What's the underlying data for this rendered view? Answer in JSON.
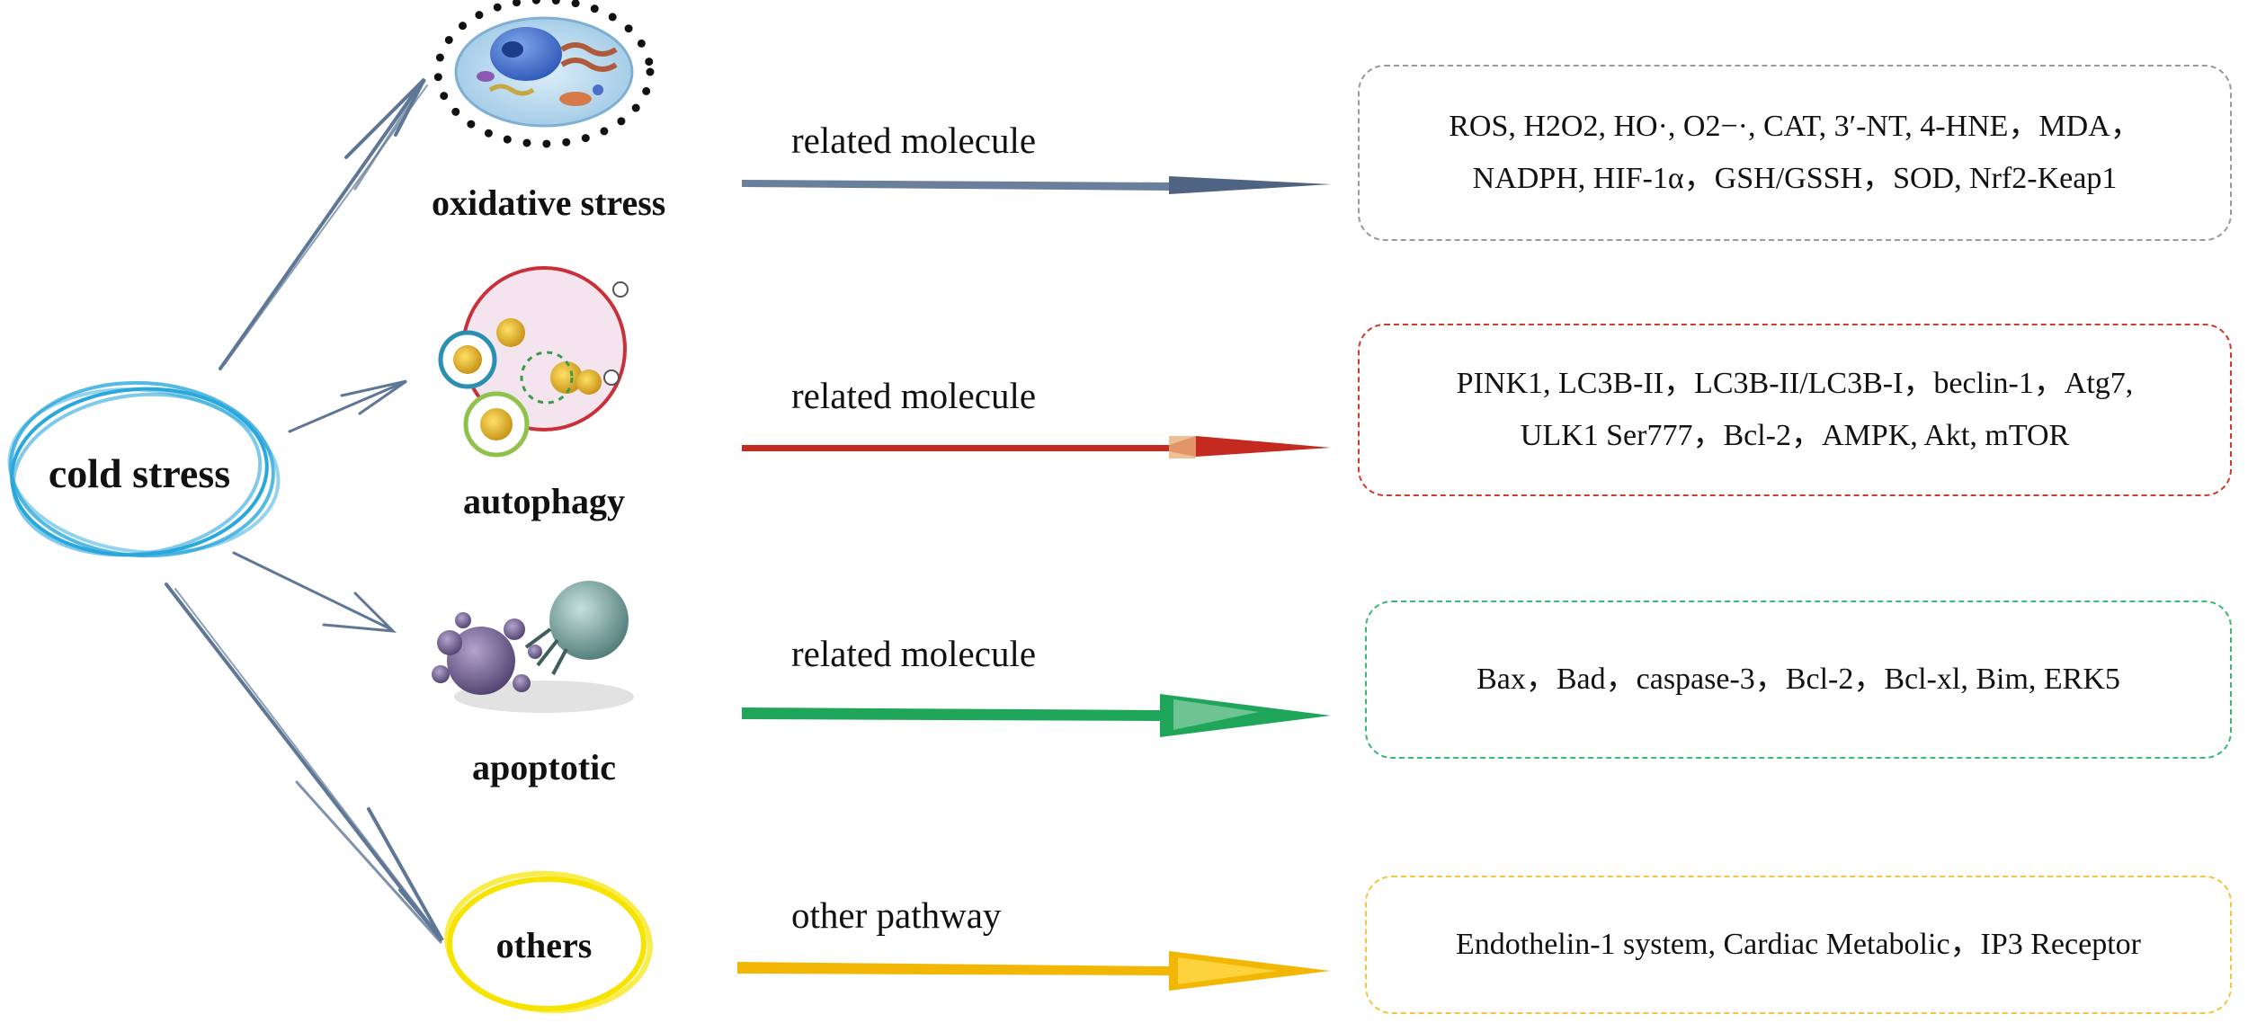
{
  "hub": {
    "label": "cold stress",
    "color": "#2aa7dc"
  },
  "categories": [
    {
      "id": "oxidative",
      "label": "oxidative stress",
      "icon": "cell-icon",
      "arrow_label": "related molecule",
      "arrow_color": "#6a7f9c",
      "box_border": "#9a9a9a",
      "box_lines": [
        "ROS, H2O2, HO·, O2−·, CAT, 3′-NT, 4-HNE，MDA，",
        "NADPH, HIF-1α，GSH/GSSH，SOD, Nrf2-Keap1"
      ]
    },
    {
      "id": "autophagy",
      "label": "autophagy",
      "icon": "autophagosome-icon",
      "arrow_label": "related molecule",
      "arrow_color": "#c42a1f",
      "box_border": "#d23a2e",
      "box_lines": [
        "PINK1, LC3B-II，LC3B-II/LC3B-I，beclin-1，Atg7,",
        "ULK1 Ser777，Bcl-2，AMPK, Akt, mTOR"
      ]
    },
    {
      "id": "apoptotic",
      "label": "apoptotic",
      "icon": "apoptotic-cell-icon",
      "arrow_label": "related molecule",
      "arrow_color": "#1fa65a",
      "box_border": "#3cb878",
      "box_lines": [
        "Bax，Bad，caspase-3，Bcl-2，Bcl-xl, Bim, ERK5"
      ]
    },
    {
      "id": "others",
      "label": "others",
      "icon": "yellow-ring-icon",
      "arrow_label": "other pathway",
      "arrow_color": "#f2b705",
      "box_border": "#f5c542",
      "box_lines": [
        "Endothelin-1 system, Cardiac Metabolic，IP3 Receptor"
      ]
    }
  ]
}
